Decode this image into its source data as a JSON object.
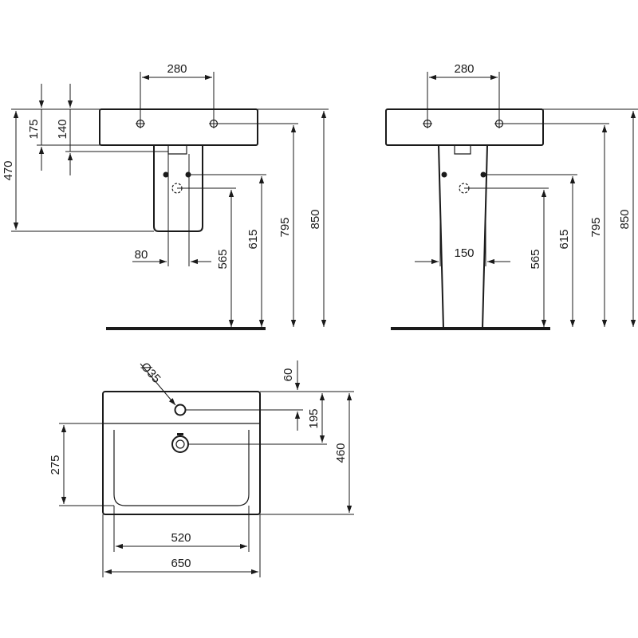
{
  "side_view": {
    "dim_280": "280",
    "dim_175": "175",
    "dim_140": "140",
    "dim_470": "470",
    "dim_80": "80",
    "dim_565": "565",
    "dim_615": "615",
    "dim_795": "795",
    "dim_850": "850"
  },
  "front_view": {
    "dim_280": "280",
    "dim_150": "150",
    "dim_565": "565",
    "dim_615": "615",
    "dim_795": "795",
    "dim_850": "850"
  },
  "top_view": {
    "dim_diameter": "Ø35",
    "dim_60": "60",
    "dim_195": "195",
    "dim_460": "460",
    "dim_275": "275",
    "dim_520": "520",
    "dim_650": "650"
  }
}
